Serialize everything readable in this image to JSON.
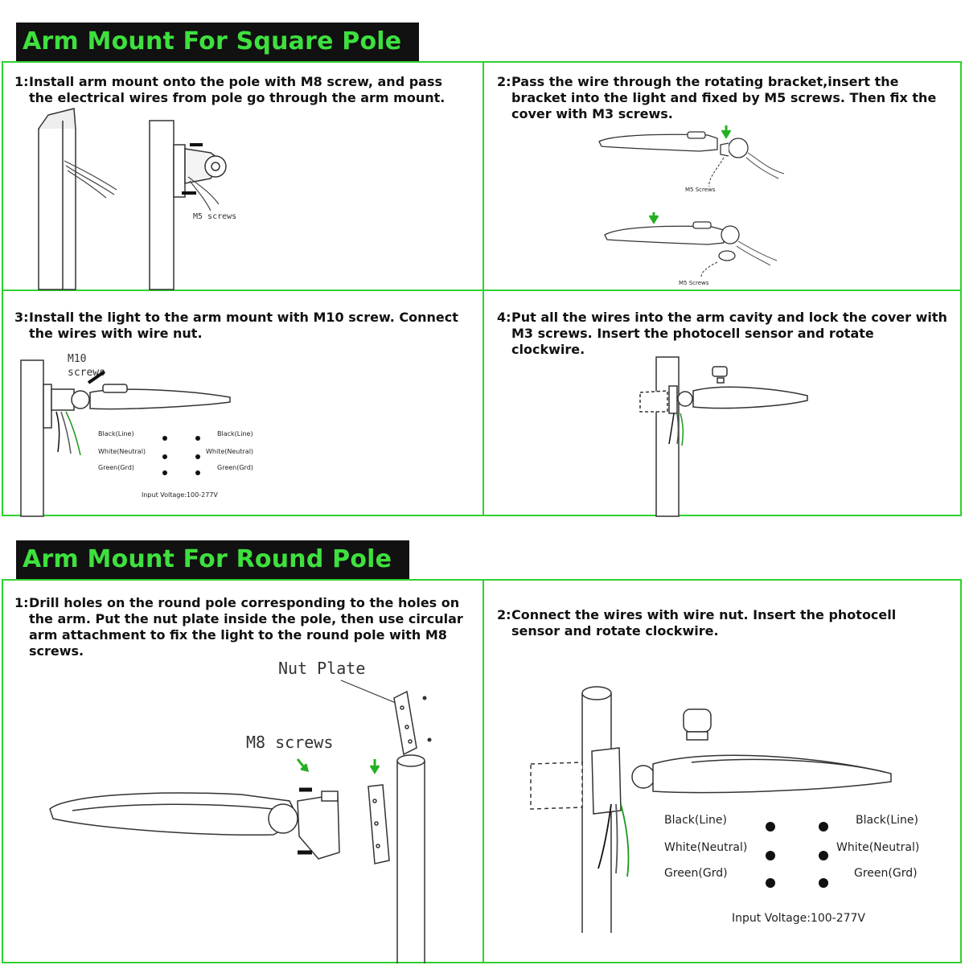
{
  "square_section": {
    "title": "Arm Mount For Square Pole",
    "steps": [
      {
        "num": "1:",
        "text": "Install arm mount onto the pole with M8 screw, and pass the electrical wires from pole go through the arm mount.",
        "labels": {
          "screws": "M5 screws"
        }
      },
      {
        "num": "2:",
        "text": "Pass the wire through the rotating bracket,insert the bracket into the light and fixed by M5 screws. Then fix the cover with M3 screws.",
        "labels": {
          "screws_a": "M5 Screws",
          "screws_b": "M5 Screws"
        }
      },
      {
        "num": "3:",
        "text": "Install the light to the arm mount with M10 screw. Connect the wires with wire nut.",
        "labels": {
          "m10": "M10",
          "screws": "screws"
        }
      },
      {
        "num": "4:",
        "text": "Put all the wires into the arm cavity and lock the cover with M3 screws. Insert the photocell sensor and rotate clockwire."
      }
    ],
    "wiring": {
      "left": [
        "Black(Line)",
        "White(Neutral)",
        "Green(Grd)"
      ],
      "right": [
        "Black(Line)",
        "White(Neutral)",
        "Green(Grd)"
      ],
      "voltage": "Input Voltage:100-277V"
    }
  },
  "round_section": {
    "title": "Arm Mount For Round Pole",
    "steps": [
      {
        "num": "1:",
        "text": "Drill holes on the round pole corresponding to the holes on the arm. Put the nut plate inside the pole, then use circular arm attachment to fix the light to the round pole with M8 screws.",
        "labels": {
          "nut_plate": "Nut Plate",
          "m8": "M8 screws"
        }
      },
      {
        "num": "2:",
        "text": "Connect the wires with wire nut. Insert the photocell sensor and rotate clockwire."
      }
    ],
    "wiring": {
      "left": [
        "Black(Line)",
        "White(Neutral)",
        "Green(Grd)"
      ],
      "right": [
        "Black(Line)",
        "White(Neutral)",
        "Green(Grd)"
      ],
      "voltage": "Input Voltage:100-277V"
    }
  },
  "colors": {
    "accent_green": "#2fd02f",
    "title_text": "#3ee03e",
    "title_bg": "#111111"
  }
}
